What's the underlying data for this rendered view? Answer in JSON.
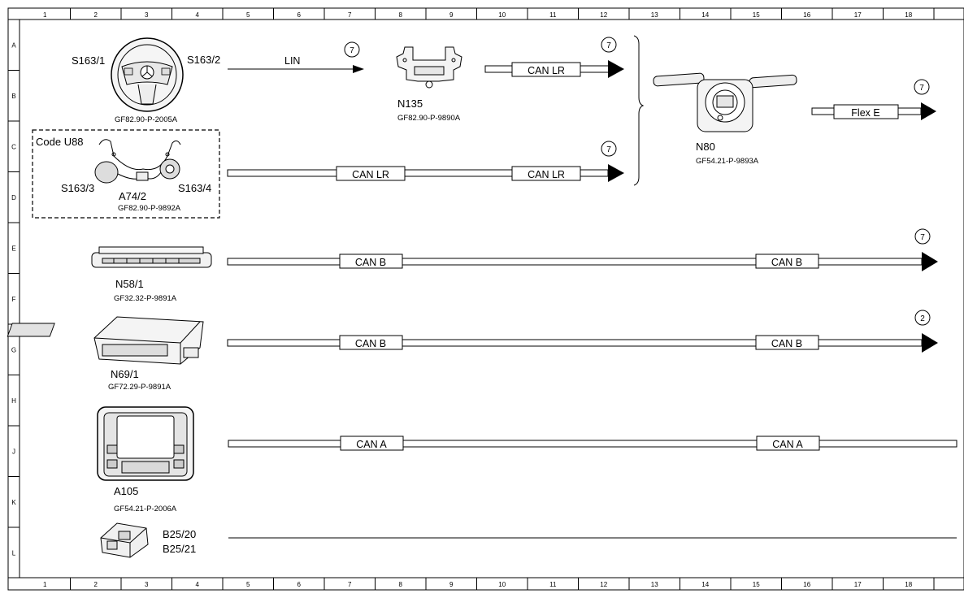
{
  "grid": {
    "columns": [
      "1",
      "2",
      "3",
      "4",
      "5",
      "6",
      "7",
      "8",
      "9",
      "10",
      "11",
      "12",
      "13",
      "14",
      "15",
      "16",
      "17",
      "18"
    ],
    "rows": [
      "A",
      "B",
      "C",
      "D",
      "E",
      "F",
      "G",
      "H",
      "J",
      "K",
      "L"
    ]
  },
  "components": {
    "steering_wheel": {
      "left_label": "S163/1",
      "right_label": "S163/2",
      "doc": "GF82.90-P-2005A"
    },
    "lin_link": {
      "label": "LIN",
      "ref": "7"
    },
    "n135": {
      "name": "N135",
      "doc": "GF82.90-P-9890A",
      "bus": "CAN LR",
      "ref": "7"
    },
    "code_u88": {
      "title": "Code U88",
      "left_label": "S163/3",
      "center_label": "A74/2",
      "right_label": "S163/4",
      "doc": "GF82.90-P-9892A",
      "bus_a": "CAN LR",
      "bus_b": "CAN LR",
      "ref": "7"
    },
    "n80": {
      "name": "N80",
      "doc": "GF54.21-P-9893A",
      "bus": "Flex E",
      "ref": "7"
    },
    "n58_1": {
      "name": "N58/1",
      "doc": "GF32.32-P-9891A",
      "bus_a": "CAN B",
      "bus_b": "CAN B",
      "ref": "7"
    },
    "n69_1": {
      "name": "N69/1",
      "doc": "GF72.29-P-9891A",
      "bus_a": "CAN B",
      "bus_b": "CAN B",
      "ref": "2"
    },
    "a105": {
      "name": "A105",
      "doc": "GF54.21-P-2006A",
      "bus_a": "CAN A",
      "bus_b": "CAN A"
    },
    "b25": {
      "name_a": "B25/20",
      "name_b": "B25/21"
    }
  }
}
